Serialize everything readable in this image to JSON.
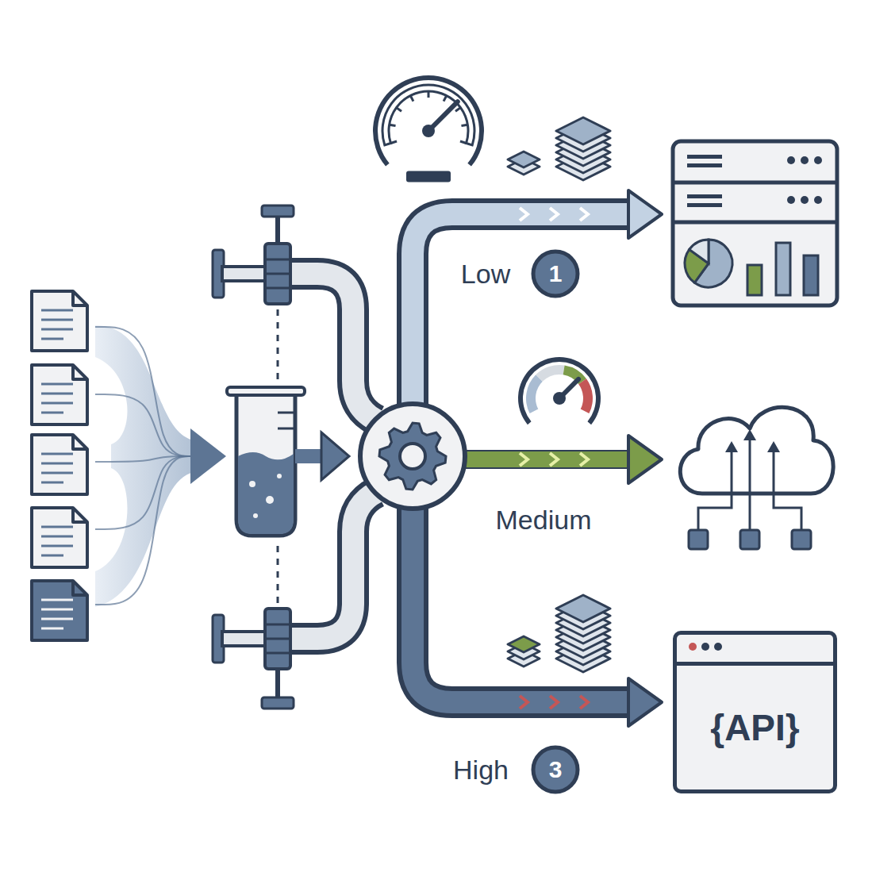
{
  "diagram": {
    "nodes": [
      {
        "text": [
          "{API}"
        ]
      }
    ],
    "labels": [
      "Low",
      "1",
      "Medium",
      "High",
      "3"
    ]
  }
}
